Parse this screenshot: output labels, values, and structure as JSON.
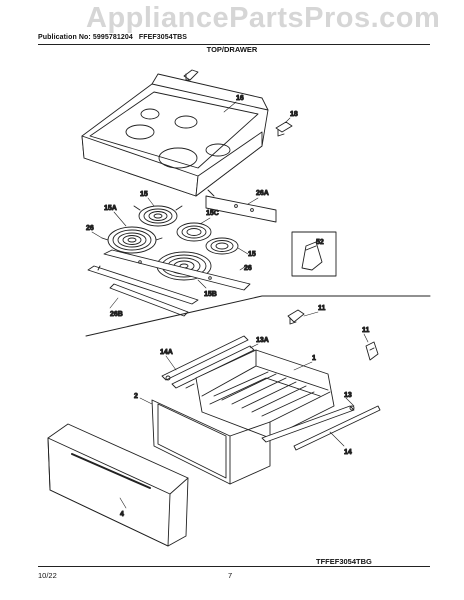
{
  "watermark": "AppliancePartsPros.com",
  "header": {
    "publication": "Publication No: 5995781204",
    "model": "FFEF3054TBS",
    "section_title": "TOP/DRAWER"
  },
  "diagram": {
    "code": "TFFEF3054TBG",
    "labels": {
      "p16": "16",
      "p18": "18",
      "p15a_top": "15",
      "p15a": "15A",
      "p15c": "15C",
      "p26a": "26A",
      "p26_left": "26",
      "p26_right": "26",
      "p15_right": "15",
      "p15b": "15B",
      "p26b": "26B",
      "p52": "52",
      "p11_a": "11",
      "p11_b": "11",
      "p13a": "13A",
      "p14a": "14A",
      "p1": "1",
      "p2": "2",
      "p13": "13",
      "p14": "14",
      "p4": "4"
    }
  },
  "footer": {
    "date": "10/22",
    "page": "7"
  }
}
